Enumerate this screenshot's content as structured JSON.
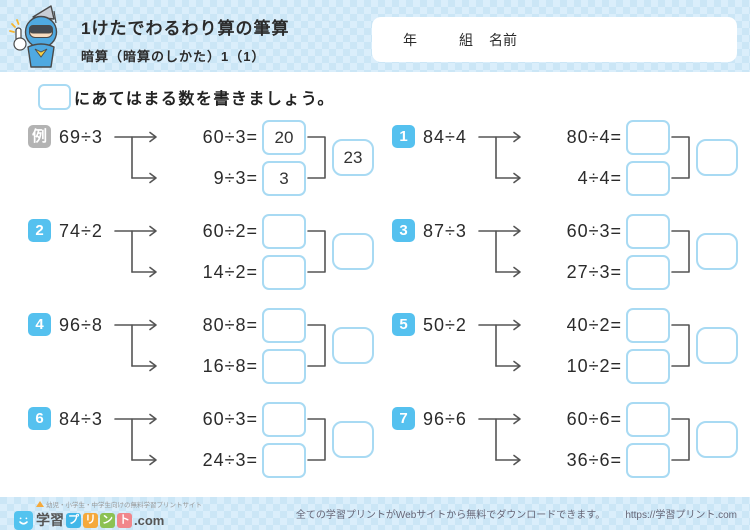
{
  "header": {
    "title": "1けたでわるわり算の筆算",
    "subtitle": "暗算（暗算のしかた）1（1）",
    "name_box": {
      "year": "年",
      "class": "組",
      "name": "名前"
    }
  },
  "instruction": "にあてはまる数を書きましょう。",
  "colors": {
    "band_blue": "#cbe6f6",
    "badge_blue": "#55c1ef",
    "badge_gray": "#b3b3b3",
    "box_border_blue": "#a8daf3"
  },
  "problems": [
    {
      "badge": "例",
      "expression": "69÷3",
      "eq1": "60÷3=",
      "ans1": "20",
      "eq2": "9÷3=",
      "ans2": "3",
      "result": "23"
    },
    {
      "badge": "1",
      "expression": "84÷4",
      "eq1": "80÷4=",
      "ans1": "",
      "eq2": "4÷4=",
      "ans2": "",
      "result": ""
    },
    {
      "badge": "2",
      "expression": "74÷2",
      "eq1": "60÷2=",
      "ans1": "",
      "eq2": "14÷2=",
      "ans2": "",
      "result": ""
    },
    {
      "badge": "3",
      "expression": "87÷3",
      "eq1": "60÷3=",
      "ans1": "",
      "eq2": "27÷3=",
      "ans2": "",
      "result": ""
    },
    {
      "badge": "4",
      "expression": "96÷8",
      "eq1": "80÷8=",
      "ans1": "",
      "eq2": "16÷8=",
      "ans2": "",
      "result": ""
    },
    {
      "badge": "5",
      "expression": "50÷2",
      "eq1": "40÷2=",
      "ans1": "",
      "eq2": "10÷2=",
      "ans2": "",
      "result": ""
    },
    {
      "badge": "6",
      "expression": "84÷3",
      "eq1": "60÷3=",
      "ans1": "",
      "eq2": "24÷3=",
      "ans2": "",
      "result": ""
    },
    {
      "badge": "7",
      "expression": "96÷6",
      "eq1": "60÷6=",
      "ans1": "",
      "eq2": "36÷6=",
      "ans2": "",
      "result": ""
    }
  ],
  "footer": {
    "tagline": "幼児・小学生・中学生向けの無料学習プリントサイト",
    "logo_prefix": "学習",
    "logo_tiles": [
      "プ",
      "リ",
      "ン",
      "ト"
    ],
    "logo_suffix": ".com",
    "note": "全ての学習プリントがWebサイトから無料でダウンロードできます。",
    "url": "https://学習プリント.com"
  }
}
